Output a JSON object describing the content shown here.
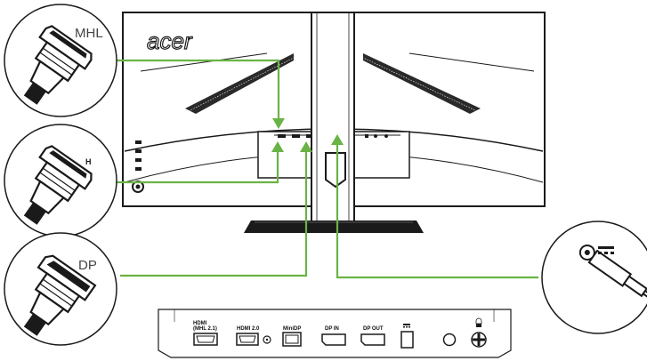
{
  "brand": {
    "logo_text": "acer"
  },
  "callouts": {
    "mhl_label": "MHL",
    "hdmi_label": "H",
    "dp_label": "DP"
  },
  "port_panel": {
    "ports": [
      {
        "label": "HDMI\n(MHL 2.1)"
      },
      {
        "label": "HDMI 2.0"
      },
      {
        "label": "MiniDP"
      },
      {
        "label": "DP IN"
      },
      {
        "label": "DP OUT"
      }
    ]
  },
  "colors": {
    "connector_line": "#6ab345",
    "outline": "#1a1a1a"
  },
  "icons": [
    "hdmi-connector-icon",
    "mini-displayport-connector-icon",
    "displayport-connector-icon",
    "dc-power-plug-icon",
    "dc-symbol-icon"
  ]
}
